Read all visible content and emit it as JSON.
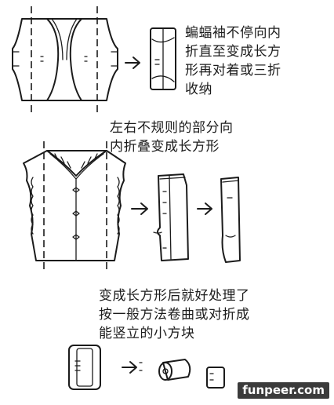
{
  "notes": {
    "batwing_sleeve": "蝙蝠袖不停向内\n折直至变成长方\n形再对着或三折\n收纳",
    "irregular_parts": "左右不规则的部分向\n内折叠变成长方形",
    "after_rectangle": "变成长方形后就好处理了\n按一般方法卷曲或对折成\n能竖立的小方块"
  },
  "watermark": "funpeer.com"
}
